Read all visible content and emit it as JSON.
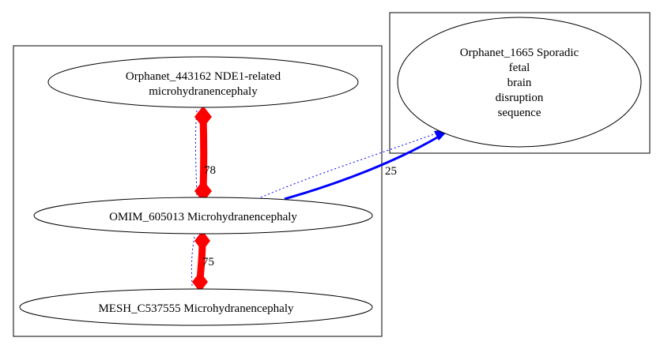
{
  "nodes": {
    "orphanet_443162": {
      "lines": [
        "Orphanet_443162 NDE1-related",
        "microhydranencephaly"
      ]
    },
    "omim_605013": {
      "lines": [
        "OMIM_605013 Microhydranencephaly"
      ]
    },
    "mesh_c537555": {
      "lines": [
        "MESH_C537555 Microhydranencephaly"
      ]
    },
    "orphanet_1665": {
      "lines": [
        "Orphanet_1665 Sporadic",
        "fetal",
        "brain",
        "disruption",
        "sequence"
      ]
    }
  },
  "edges": {
    "orphanet_443162_to_omim": {
      "label": "78",
      "color": "#ff0000",
      "style": "bold-bidirectional"
    },
    "omim_to_mesh": {
      "label": "75",
      "color": "#ff0000",
      "style": "bold-bidirectional"
    },
    "omim_to_orphanet_1665": {
      "label": "25",
      "color": "#0000ff",
      "style": "directed"
    }
  },
  "colors": {
    "strong_edge": "#ff0000",
    "weak_edge": "#0000ff",
    "outline": "#000000"
  }
}
